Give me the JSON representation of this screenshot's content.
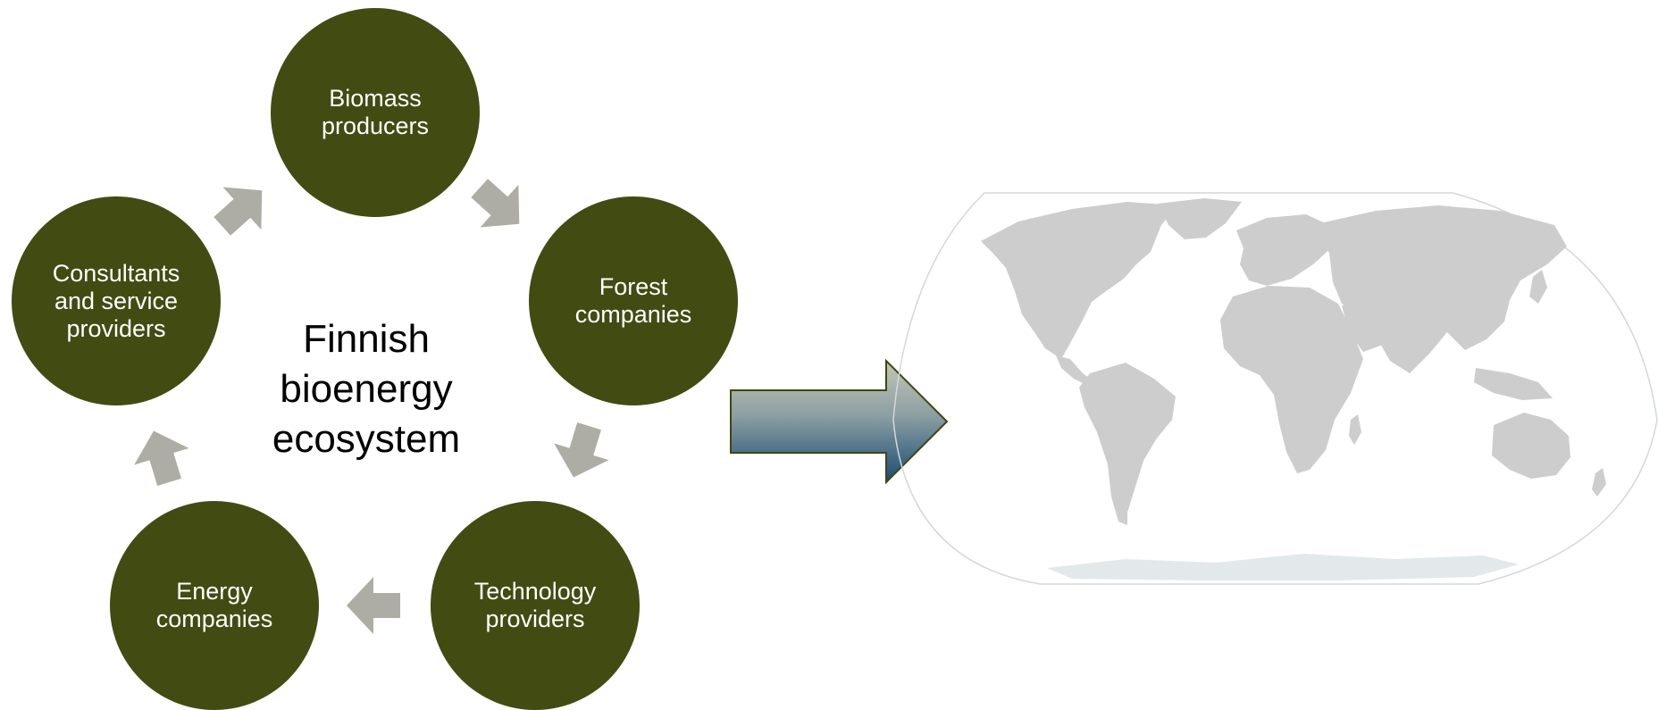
{
  "center_label": "Finnish\nbioenergy\necosystem",
  "nodes": {
    "biomass": "Biomass\nproducers",
    "forest": "Forest\ncompanies",
    "technology": "Technology\nproviders",
    "energy": "Energy\ncompanies",
    "consultants": "Consultants\nand service\nproviders"
  },
  "colors": {
    "node_fill": "#424b12",
    "node_text": "#ffffff",
    "cycle_arrow": "#adada5",
    "big_arrow_top": "#b9bfaa",
    "big_arrow_bottom": "#1b4a73",
    "big_arrow_stroke": "#3e4710",
    "map_land": "#cdcdcd",
    "map_outline": "#c8d0d4"
  },
  "map": {
    "description_icon": "world-map-icon"
  }
}
